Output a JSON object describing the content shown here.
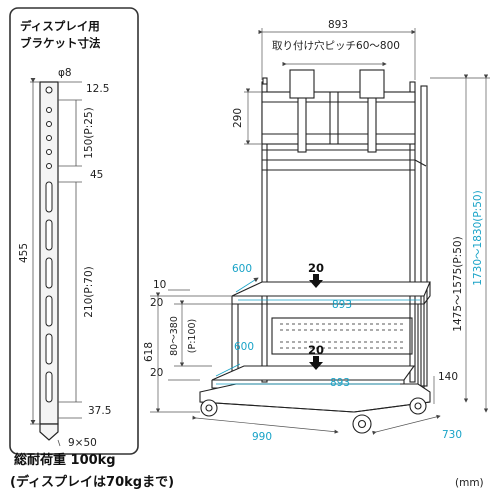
{
  "bracket_panel": {
    "title_line1": "ディスプレイ用",
    "title_line2": "ブラケット寸法",
    "hole_dia": "φ8",
    "dim_top": "12.5",
    "dim_455": "455",
    "dim_150": "150(P:25)",
    "dim_45": "45",
    "dim_210": "210(P:70)",
    "dim_375": "37.5",
    "slot": "9×50"
  },
  "stand": {
    "width_top": "893",
    "pitch_note": "取り付け穴ピッチ60～800",
    "dim_290": "290",
    "height_range": "1475～1575(P:50)",
    "height_total": "1730～1830(P:50)",
    "dim_10": "10",
    "dim_20_upper": "20",
    "dim_618": "618",
    "dim_80_380": "80～380",
    "dim_pitch_100": "(P:100)",
    "dim_20_lower": "20",
    "shelf_upper_depth": "600",
    "shelf_upper_width": "893",
    "shelf_upper_load": "20",
    "shelf_lower_depth": "600",
    "shelf_lower_width": "893",
    "shelf_lower_load": "20",
    "dim_140": "140",
    "base_width": "990",
    "base_depth": "730"
  },
  "footer": {
    "load_line": "総耐荷重 100kg",
    "load_note": "(ディスプレイは70kgまで)",
    "unit": "(mm)"
  },
  "colors": {
    "line": "#222222",
    "dim_line": "#555555",
    "accent": "#19a3c7",
    "panel_border": "#333333"
  }
}
